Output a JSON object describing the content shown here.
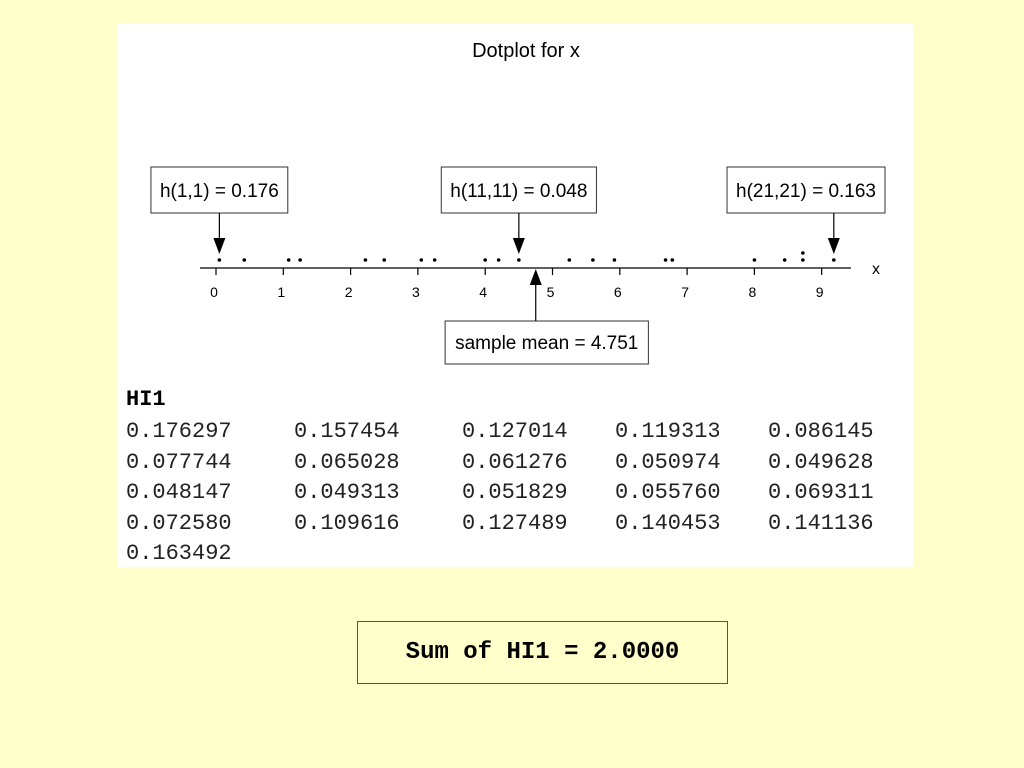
{
  "chart_data": {
    "type": "scatter",
    "title": "Dotplot for x",
    "xlabel": "x",
    "xlim": [
      0,
      9
    ],
    "ticks": [
      0,
      1,
      2,
      3,
      4,
      5,
      6,
      7,
      8,
      9
    ],
    "points": [
      0.05,
      0.42,
      1.08,
      1.25,
      2.22,
      2.5,
      3.05,
      3.25,
      4.0,
      4.2,
      4.5,
      5.25,
      5.6,
      5.92,
      6.68,
      6.78,
      8.0,
      8.45,
      8.72,
      8.72,
      9.18
    ],
    "annotations": [
      {
        "label": "h(1,1) = 0.176",
        "x": 0.05,
        "side": "above"
      },
      {
        "label": "h(11,11) = 0.048",
        "x": 4.5,
        "side": "above"
      },
      {
        "label": "h(21,21) = 0.163",
        "x": 9.18,
        "side": "above"
      },
      {
        "label": "sample mean = 4.751",
        "x": 4.751,
        "side": "below"
      }
    ]
  },
  "hi1": {
    "title": "HI1",
    "rows": [
      [
        "0.176297",
        "0.157454",
        "0.127014",
        "0.119313",
        "0.086145"
      ],
      [
        "0.077744",
        "0.065028",
        "0.061276",
        "0.050974",
        "0.049628"
      ],
      [
        "0.048147",
        "0.049313",
        "0.051829",
        "0.055760",
        "0.069311"
      ],
      [
        "0.072580",
        "0.109616",
        "0.127489",
        "0.140453",
        "0.141136"
      ],
      [
        "0.163492"
      ]
    ]
  },
  "sum_label": "Sum of HI1 = 2.0000"
}
